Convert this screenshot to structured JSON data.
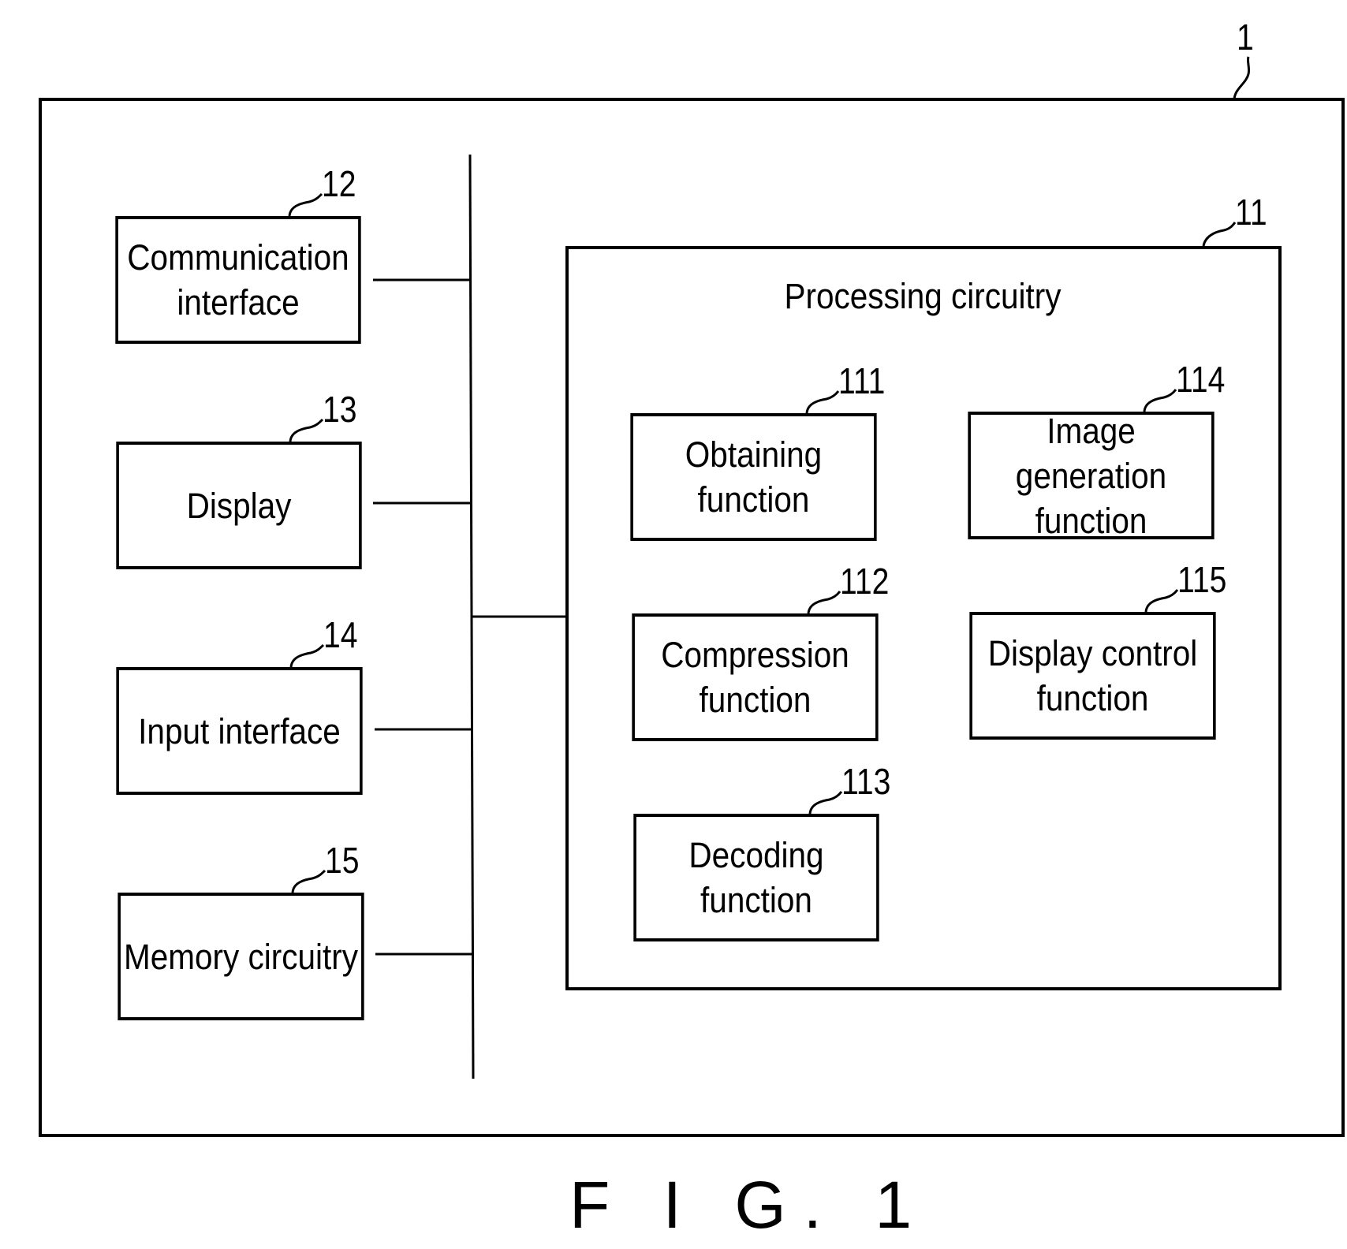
{
  "diagram": {
    "device": {
      "ref": "1"
    },
    "bus_nodes": [
      {
        "id": "communication-interface",
        "ref": "12",
        "label": "Communication\ninterface"
      },
      {
        "id": "display",
        "ref": "13",
        "label": "Display"
      },
      {
        "id": "input-interface",
        "ref": "14",
        "label": "Input interface"
      },
      {
        "id": "memory-circuitry",
        "ref": "15",
        "label": "Memory circuitry"
      }
    ],
    "processing_circuitry": {
      "ref": "11",
      "label": "Processing circuitry",
      "functions": [
        {
          "id": "obtaining-function",
          "ref": "111",
          "label": "Obtaining\nfunction"
        },
        {
          "id": "compression-function",
          "ref": "112",
          "label": "Compression\nfunction"
        },
        {
          "id": "decoding-function",
          "ref": "113",
          "label": "Decoding\nfunction"
        },
        {
          "id": "image-generation-function",
          "ref": "114",
          "label": "Image generation\nfunction"
        },
        {
          "id": "display-control-function",
          "ref": "115",
          "label": "Display control\nfunction"
        }
      ]
    },
    "figure_label": "F I G. 1"
  }
}
